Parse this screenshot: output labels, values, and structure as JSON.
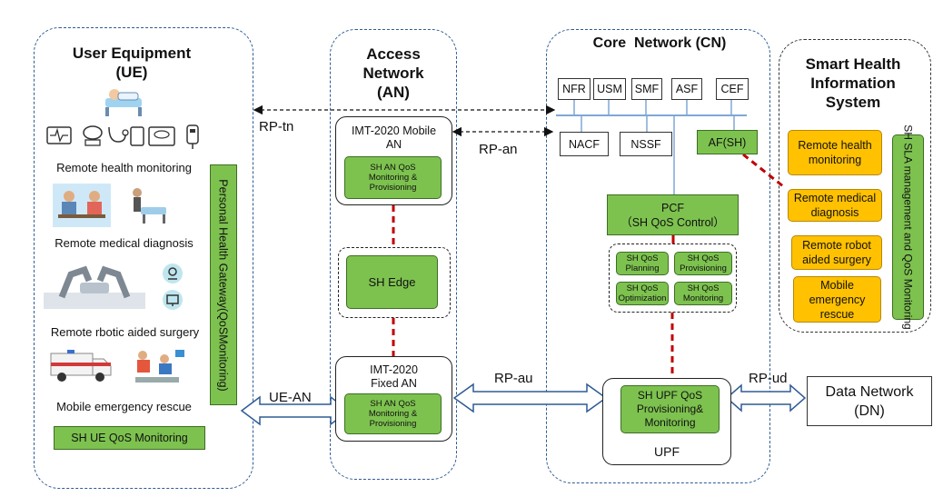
{
  "ue": {
    "title_line1": "User Equipment",
    "title_line2": "(UE)",
    "items": [
      "Remote health monitoring",
      "Remote medical diagnosis",
      "Remote rbotic aided surgery",
      "Mobile emergency rescue"
    ],
    "gateway": "Personal Health Gateway(QoSMonitoring)",
    "qos": "SH UE QoS Monitoring"
  },
  "an": {
    "title_line1": "Access",
    "title_line2": "Network",
    "title_line3": "(AN)",
    "mobile_line1": "IMT-2020 Mobile",
    "mobile_line2": "AN",
    "qos_box": "SH AN QoS Monitoring & Provisioning",
    "edge": "SH Edge",
    "fixed_line1": "IMT-2020",
    "fixed_line2": "Fixed AN",
    "qos_box2": "SH AN QoS Monitoring & Provisioning"
  },
  "cn": {
    "title": "Core  Network (CN)",
    "nfs_top": [
      "NFR",
      "USM",
      "SMF",
      "ASF",
      "CEF"
    ],
    "nfs_bottom": [
      "NACF",
      "NSSF"
    ],
    "af": "AF(SH)",
    "pcf_line1": "PCF",
    "pcf_line2": "（SH QoS Control）",
    "qos_fns": [
      "SH QoS Planning",
      "SH QoS Provisioning",
      "SH QoS Optimization",
      "SH QoS Monitoring"
    ],
    "upf_box": "SH UPF QoS Provisioning& Monitoring",
    "upf": "UPF"
  },
  "shis": {
    "title_line1": "Smart Health",
    "title_line2": "Information",
    "title_line3": "System",
    "items": [
      "Remote health monitoring",
      "Remote medical diagnosis",
      "Remote robot aided surgery",
      "Mobile emergency rescue"
    ],
    "sla": "SH SLA management and QoS Monitoring"
  },
  "dn": {
    "line1": "Data Network",
    "line2": "(DN)"
  },
  "refs": {
    "tn": "RP-tn",
    "an": "RP-an",
    "ue_an": "UE-AN",
    "au": "RP-au",
    "ud": "RP-ud"
  },
  "colors": {
    "green": "#7dc24f",
    "orange": "#ffc100",
    "blue_dash": "#2e5b94",
    "red_dash": "#c00000"
  }
}
